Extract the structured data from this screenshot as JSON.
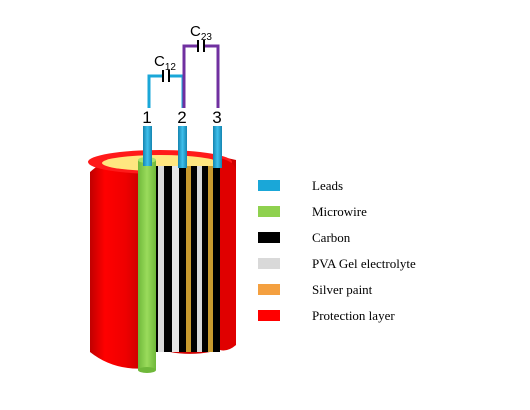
{
  "capacitors": [
    {
      "main": "C",
      "sub": "12"
    },
    {
      "main": "C",
      "sub": "23"
    }
  ],
  "leads": [
    "1",
    "2",
    "3"
  ],
  "legend": [
    {
      "label": "Leads",
      "color": "#1aa7d8"
    },
    {
      "label": "Microwire",
      "color": "#8fd14f"
    },
    {
      "label": "Carbon",
      "color": "#000000"
    },
    {
      "label": "PVA Gel electrolyte",
      "color": "#d9d9d9"
    },
    {
      "label": "Silver paint",
      "color": "#f4a040"
    },
    {
      "label": "Protection layer",
      "color": "#ff0000"
    }
  ],
  "colors": {
    "lead": "#1aa7d8",
    "microwire": "#8fd14f",
    "carbon": "#000000",
    "gel": "#d9d9d9",
    "silver": "#f4a040",
    "gold": "#c99a2e",
    "protection": "#ff0000",
    "protection_dark": "#c00000",
    "cap12_wire": "#1aa7d8",
    "cap23_wire": "#7030a0"
  }
}
